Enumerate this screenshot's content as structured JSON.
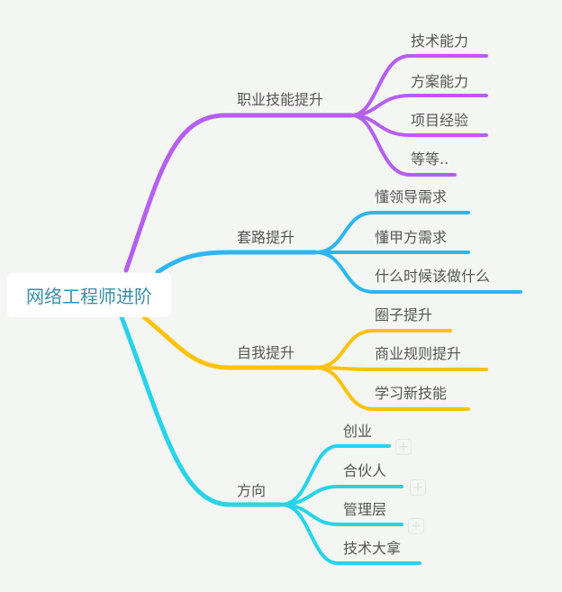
{
  "root": "网络工程师进阶",
  "colors": {
    "purple": "#b55ff0",
    "blue": "#2db6f5",
    "yellow": "#ffc20e",
    "cyan": "#27d3e8"
  },
  "branches": [
    {
      "label": "职业技能提升",
      "children": [
        "技术能力",
        "方案能力",
        "项目经验",
        "等等.."
      ]
    },
    {
      "label": "套路提升",
      "children": [
        "懂领导需求",
        "懂甲方需求",
        "什么时候该做什么"
      ]
    },
    {
      "label": "自我提升",
      "children": [
        "圈子提升",
        "商业规则提升",
        "学习新技能"
      ]
    },
    {
      "label": "方向",
      "children": [
        "创业",
        "合伙人",
        "管理层",
        "技术大拿"
      ]
    }
  ],
  "expand_icon": "+"
}
